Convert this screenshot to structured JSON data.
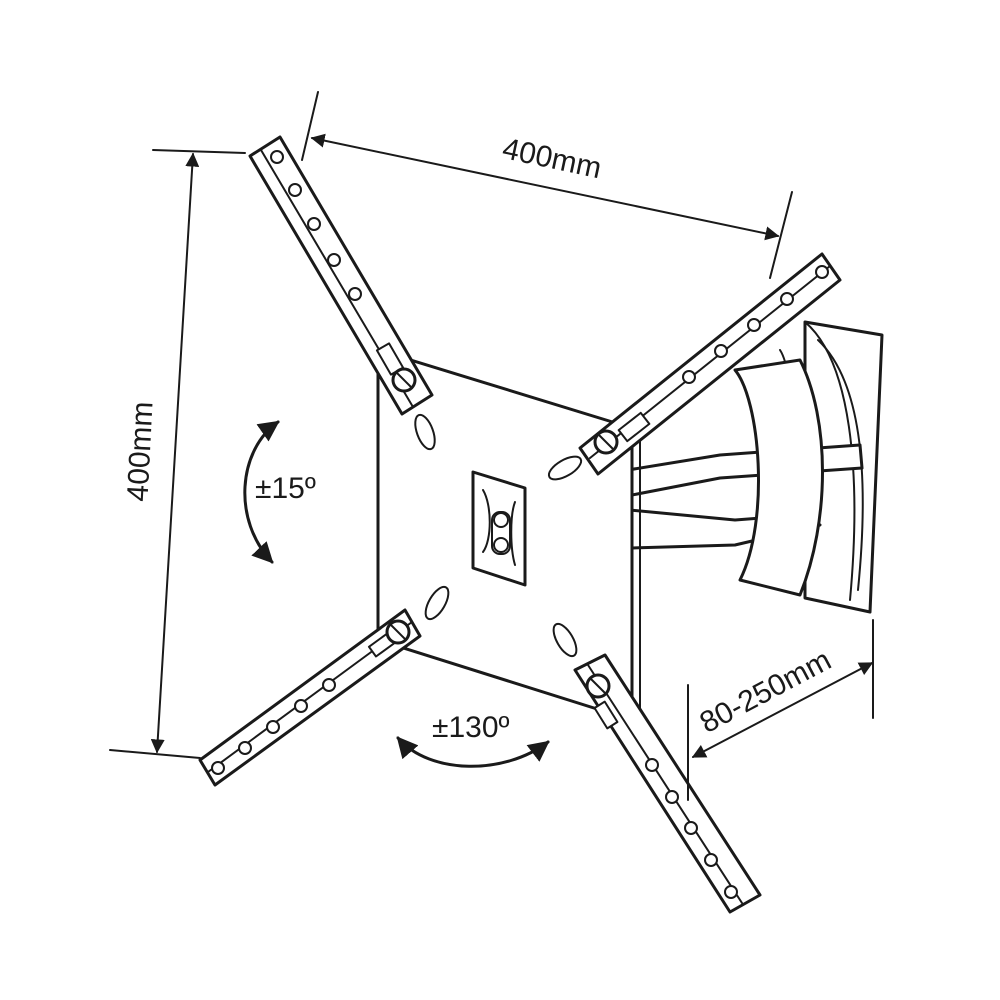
{
  "dimensions": {
    "width_label": "400mm",
    "height_label": "400mm",
    "depth_label": "80-250mm"
  },
  "movement": {
    "tilt_label": "±15º",
    "swivel_label": "±130º"
  }
}
